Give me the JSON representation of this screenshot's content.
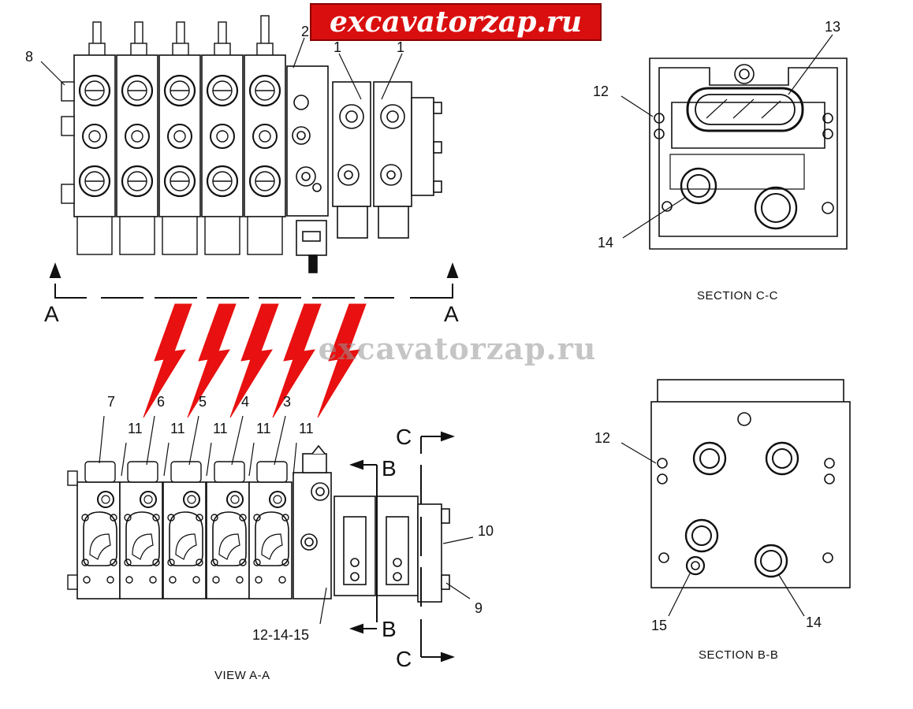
{
  "watermark": {
    "banner": "excavatorzap.ru",
    "faint": "excavatorzap.ru"
  },
  "captions": {
    "view_aa": "VIEW A-A",
    "section_cc": "SECTION C-C",
    "section_bb": "SECTION B-B"
  },
  "section_letters": {
    "a_left": "A",
    "a_right": "A",
    "b_top": "B",
    "b_bottom": "B",
    "c_top": "C",
    "c_bottom": "C"
  },
  "callouts": {
    "top_8": "8",
    "top_2": "2",
    "top_1a": "1",
    "top_1b": "1",
    "aa_7": "7",
    "aa_6": "6",
    "aa_5": "5",
    "aa_4": "4",
    "aa_3": "3",
    "aa_11a": "11",
    "aa_11b": "11",
    "aa_11c": "11",
    "aa_11d": "11",
    "aa_11e": "11",
    "aa_10": "10",
    "aa_9": "9",
    "aa_12_14_15": "12-14-15",
    "cc_13": "13",
    "cc_12": "12",
    "cc_14": "14",
    "bb_12": "12",
    "bb_15": "15",
    "bb_14": "14"
  },
  "colors": {
    "arrow_red": "#e81010",
    "line": "#111111",
    "banner_red": "#d90f0f"
  }
}
